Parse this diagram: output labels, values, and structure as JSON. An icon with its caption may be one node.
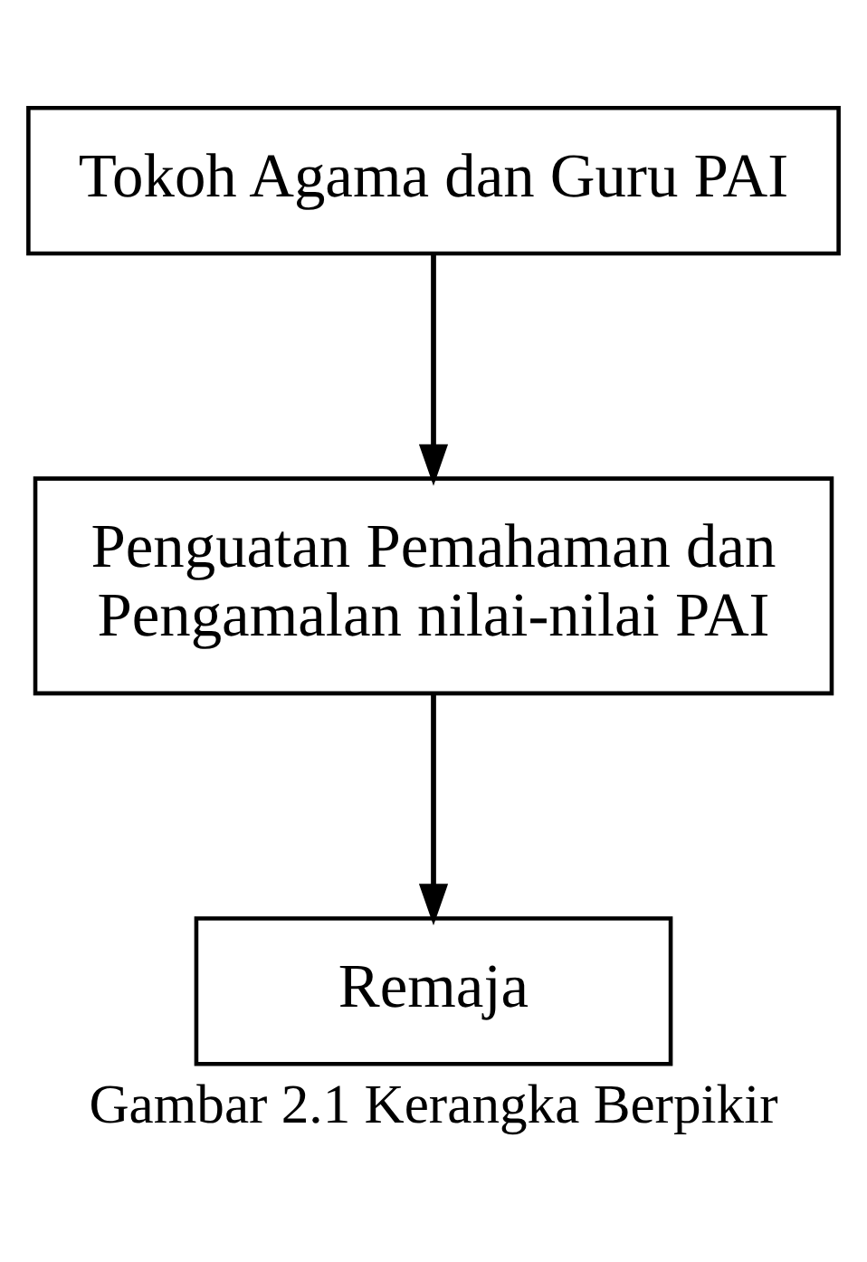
{
  "diagram": {
    "caption": "Gambar 2.1 Kerangka Berpikir",
    "nodes": [
      {
        "text": [
          "Tokoh Agama dan Guru PAI"
        ]
      },
      {
        "text": [
          "Penguatan Pemahaman dan Pengamalan nilai-nilai PAI"
        ]
      },
      {
        "text": [
          "Remaja"
        ]
      }
    ],
    "edges": [
      {
        "from": 0,
        "to": 1,
        "arrow": "to"
      },
      {
        "from": 1,
        "to": 2,
        "arrow": "to"
      }
    ]
  }
}
